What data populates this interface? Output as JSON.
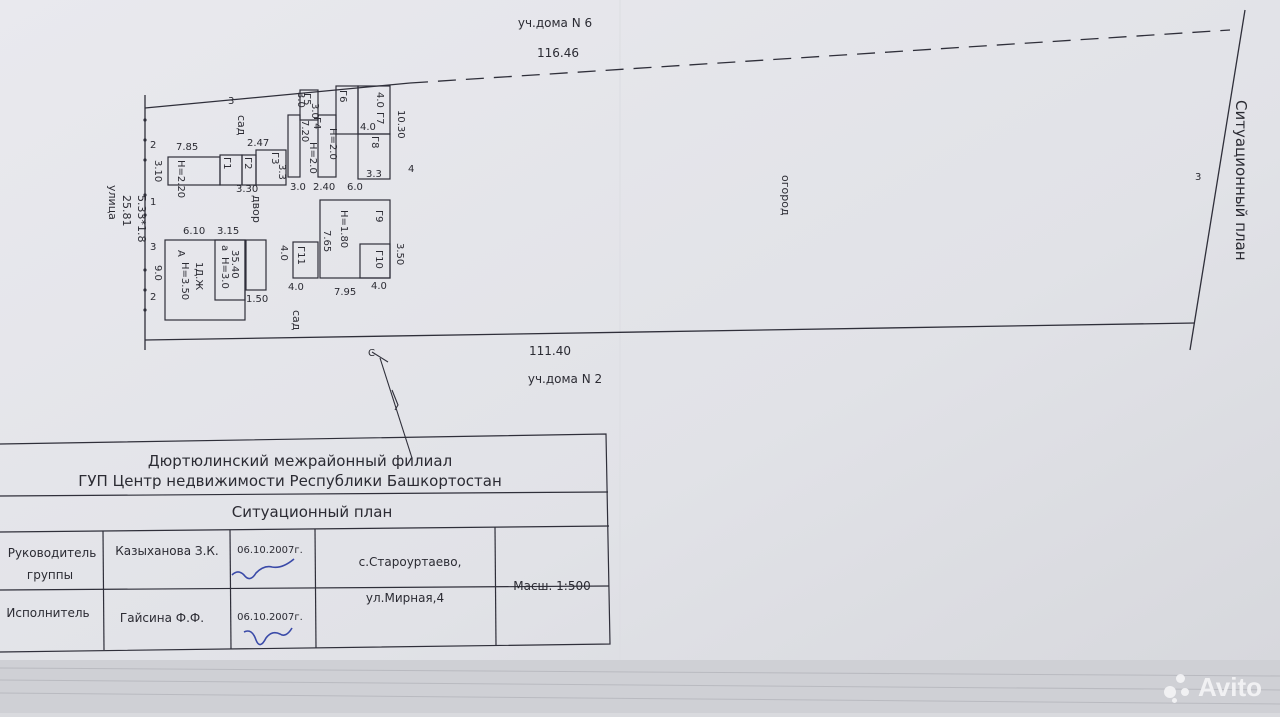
{
  "plan": {
    "neighbor_top": "уч.дома N 6",
    "top_length": "116.46",
    "neighbor_bottom": "уч.дома N 2",
    "bottom_length": "111.40",
    "side_title": "Ситуационный план",
    "street": "улица",
    "street_dims": "25.81",
    "street_dims2": "5.33*1.8",
    "garden": "огород",
    "sad_1": "сад",
    "sad_2": "сад",
    "dvor": "двор",
    "dims": {
      "d7_85": "7.85",
      "d3_10": "3.10",
      "d3_30": "3.30",
      "d2_47": "2.47",
      "d3_0a": "3.0",
      "d2_40": "2.40",
      "d6_0": "6.0",
      "d10_30": "10.30",
      "d4_0a": "4.0",
      "d4_0b": "4.0",
      "d3_0b": "3.0",
      "d3_0c": "3.0",
      "d7_20": "7.20",
      "d3_3a": "3.3",
      "d3_3b": "3.3",
      "d6_10": "6.10",
      "d3_15": "3.15",
      "d9_0": "9.0",
      "d35_40": "35.40",
      "d1_50": "1.50",
      "d4_0c": "4.0",
      "d4_0d": "4.0",
      "d7_65": "7.65",
      "d7_95": "7.95",
      "d3_50": "3.50",
      "d4_0e": "4.0"
    },
    "points": {
      "p1": "1",
      "p2a": "2",
      "p2b": "2",
      "p3a": "3",
      "p3b": "3",
      "p3c": "3",
      "p4": "4",
      "pc": "С"
    },
    "buildings": {
      "g1": "Г1",
      "g2": "Г2",
      "g3": "Г3",
      "g4": "Г4",
      "g5": "Г5",
      "g6": "Г6",
      "g7": "Г7",
      "g8": "Г8",
      "g9": "Г9",
      "g10": "Г10",
      "g11": "Г11",
      "a": "А",
      "a_num": "1Д.Ж",
      "a_h": "Н=3.50",
      "a1": "а",
      "a1_h": "Н=3.0",
      "h2_20": "Н=2.20",
      "h2_0a": "Н=2.0",
      "h2_0b": "Н=2.0",
      "h1_80": "Н=1.80"
    }
  },
  "title_block": {
    "org_line1": "Дюртюлинский межрайонный филиал",
    "org_line2": "ГУП Центр недвижимости Республики Башкортостан",
    "doc_title": "Ситуационный план",
    "head_role_1": "Руководитель",
    "head_role_2": "группы",
    "head_name": "Казыханова З.К.",
    "head_date": "06.10.2007г.",
    "exec_role": "Исполнитель",
    "exec_name": "Гайсина Ф.Ф.",
    "exec_date": "06.10.2007г.",
    "village": "с.Староуртаево,",
    "address": "ул.Мирная,4",
    "scale": "Масш. 1:500"
  },
  "watermark": {
    "brand": "Avito"
  }
}
